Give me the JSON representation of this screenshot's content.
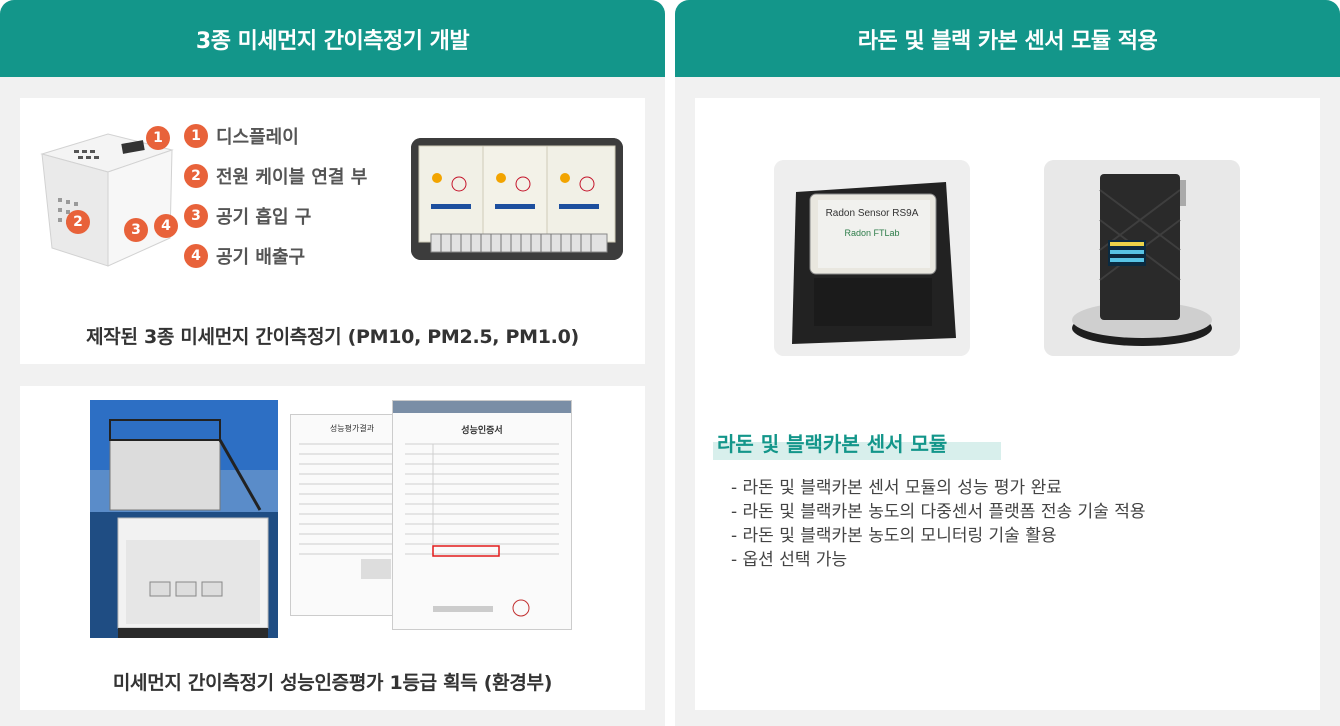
{
  "left_panel": {
    "header": "3종 미세먼지 간이측정기 개발",
    "device_badges": [
      "1",
      "2",
      "3",
      "4"
    ],
    "legend": [
      {
        "num": "1",
        "label": "디스플레이"
      },
      {
        "num": "2",
        "label": "전원 케이블 연결 부"
      },
      {
        "num": "3",
        "label": "공기 흡입 구"
      },
      {
        "num": "4",
        "label": "공기 배출구"
      }
    ],
    "top_caption": "제작된 3종 미세먼지 간이측정기 (PM10, PM2.5, PM1.0)",
    "bottom_caption": "미세먼지 간이측정기 성능인증평가 1등급 획득 (환경부)",
    "doc1_title": "성능평가결과",
    "doc2_title": "성능인증서"
  },
  "right_panel": {
    "header": "라돈 및 블랙 카본 센서 모듈 적용",
    "sensor_label": "Radon Sensor RS9A",
    "sensor_brand": "Radon FTLab",
    "section_title": "라돈 및 블랙카본 센서 모듈",
    "bullets": [
      "- 라돈 및 블랙카본 센서 모듈의 성능 평가 완료",
      "- 라돈 및 블랙카본 농도의 다중센서 플랫폼 전송 기술 적용",
      "- 라돈 및 블랙카본 농도의 모니터링 기술 활용",
      "- 옵션 선택 가능"
    ]
  },
  "colors": {
    "accent": "#13968a",
    "badge": "#e8623a"
  }
}
